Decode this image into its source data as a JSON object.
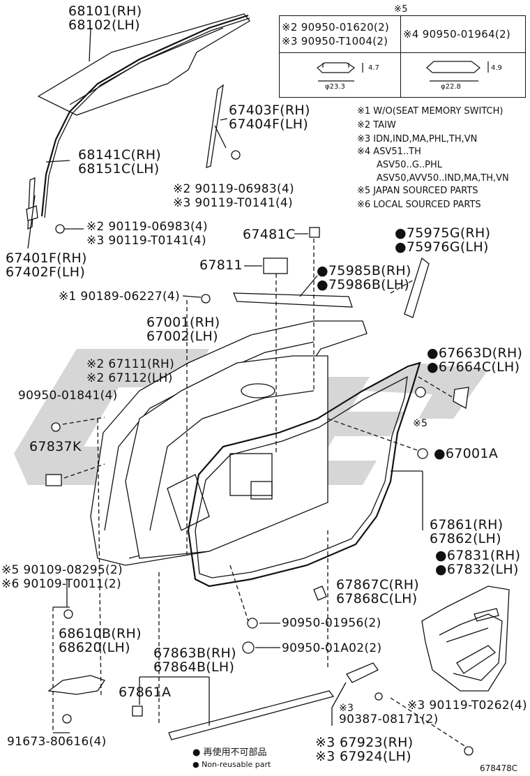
{
  "box": {
    "marker": "※5",
    "left_lines": [
      "※2 90950-01620(2)",
      "※3 90950-T1004(2)"
    ],
    "right_line": "※4 90950-01964(2)",
    "left_dims": {
      "height": "4.7",
      "dia": "φ23.3"
    },
    "right_dims": {
      "height": "4.9",
      "dia": "φ22.8"
    }
  },
  "notes": [
    "※1 W/O(SEAT MEMORY SWITCH)",
    "※2 TAIW",
    "※3 IDN,IND,MA,PHL,TH,VN",
    "※4 ASV51..TH",
    "ASV50..G..PHL",
    "ASV50,AVV50..IND,MA,TH,VN",
    "※5 JAPAN SOURCED PARTS",
    "※6 LOCAL SOURCED PARTS"
  ],
  "labels": {
    "p68101": "68101(RH)",
    "p68102": "68102(LH)",
    "p67403": "67403F(RH)",
    "p67404": "67404F(LH)",
    "p68141": "68141C(RH)",
    "p68151": "68151C(LH)",
    "b90119a1": "※2 90119-06983(4)",
    "b90119a2": "※3 90119-T0141(4)",
    "b90119b1": "※2 90119-06983(4)",
    "b90119b2": "※3 90119-T0141(4)",
    "p67401": "67401F(RH)",
    "p67402": "67402F(LH)",
    "p67481": "67481C",
    "p75975": "●75975G(RH)",
    "p75976": "●75976G(LH)",
    "p67811": "67811",
    "p75985": "●75985B(RH)",
    "p75986": "●75986B(LH)",
    "s90189": "※1 90189-06227(4)",
    "p67001": "67001(RH)",
    "p67002": "67002(LH)",
    "p67111": "※2 67111(RH)",
    "p67112": "※2 67112(LH)",
    "p67663": "●67663D(RH)",
    "p67664": "●67664C(LH)",
    "c90950a": "90950-01841(4)",
    "m5": "※5",
    "p67837": "67837K",
    "p67001a": "●67001A",
    "p67861": "67861(RH)",
    "p67862": "67862(LH)",
    "p67831": "●67831(RH)",
    "p67832": "●67832(LH)",
    "s90109a": "※5 90109-08295(2)",
    "s90109b": "※6 90109-T0011(2)",
    "p67867": "67867C(RH)",
    "p67868": "67868C(LH)",
    "p68610": "68610B(RH)",
    "p68620": "68620(LH)",
    "c90950b": "90950-01956(2)",
    "c90950c": "90950-01A02(2)",
    "p67863": "67863B(RH)",
    "p67864": "67864B(LH)",
    "p67861a": "67861A",
    "m3a": "※3",
    "s90387": "90387-08171(2)",
    "s90119c": "※3 90119-T0262(4)",
    "p67923": "※3 67923(RH)",
    "p67924": "※3 67924(LH)",
    "b91673": "91673-80616(4)"
  },
  "legend": {
    "jp": "● 再使用不可部品",
    "en": "● Non-reusable part"
  },
  "drawing_id": "678478C",
  "watermark_color": "#c8c8c8"
}
